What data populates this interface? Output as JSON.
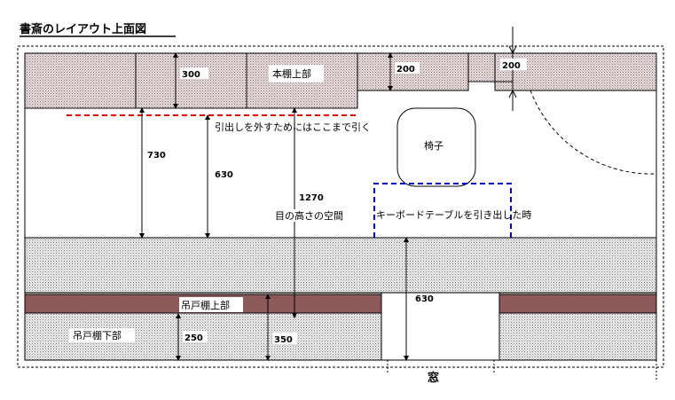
{
  "title": "書斎のレイアウト上面図",
  "labels": {
    "bookshelf_top": "本棚上部",
    "drawer_note": "引出しを外すためにはここまで引く",
    "chair": "椅子",
    "eye_space": "目の高さの空間",
    "keyboard_note": "キーボードテーブルを引き出した時",
    "hanging_top": "吊戸棚上部",
    "hanging_bottom": "吊戸棚下部",
    "window": "窓"
  },
  "dimensions": {
    "d300": "300",
    "d200a": "200",
    "d200b": "200",
    "d730": "730",
    "d630a": "630",
    "d1270": "1270",
    "d630b": "630",
    "d250": "250",
    "d350": "350"
  },
  "colors": {
    "shelf_fill": "#d9c9c9",
    "hanging_band": "#8c5a5a",
    "desk_fill": "#e4e4e4",
    "red_dash": "#e00000",
    "blue_dash": "#0000cc"
  }
}
